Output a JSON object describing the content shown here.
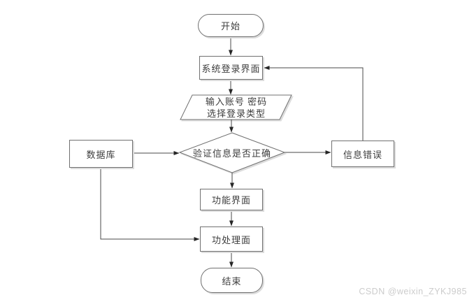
{
  "page": {
    "background": "#ffffff",
    "watermark": "CSDN @weixin_ZYKJ985"
  },
  "colors": {
    "shape_border": "#707070",
    "shape_fill": "#ffffff",
    "connector_line": "#4a4a4a",
    "arrowhead": "#262626",
    "shadow": "#dcdcdc",
    "text": "#3d3d3d",
    "watermark": "#cccccc"
  },
  "flowchart": {
    "nodes": {
      "start": {
        "type": "terminator",
        "label": "开始"
      },
      "login": {
        "type": "process",
        "label": "系统登录界面"
      },
      "input": {
        "type": "input-output",
        "line1": "输入账号 密码",
        "line2": "选择登录类型"
      },
      "database": {
        "type": "process",
        "label": "数据库"
      },
      "verify": {
        "type": "decision",
        "label": "验证信息是否正确"
      },
      "error": {
        "type": "process",
        "label": "信息错误"
      },
      "function_ui": {
        "type": "process",
        "label": "功能界面"
      },
      "process_ui": {
        "type": "process",
        "label": "功处理面"
      },
      "end": {
        "type": "terminator",
        "label": "结束"
      }
    },
    "edges": [
      {
        "from": "start",
        "to": "login"
      },
      {
        "from": "login",
        "to": "input"
      },
      {
        "from": "input",
        "to": "verify"
      },
      {
        "from": "database",
        "to": "verify"
      },
      {
        "from": "verify",
        "to": "error"
      },
      {
        "from": "verify",
        "to": "function_ui"
      },
      {
        "from": "error",
        "to": "login"
      },
      {
        "from": "function_ui",
        "to": "process_ui"
      },
      {
        "from": "database",
        "to": "process_ui"
      },
      {
        "from": "process_ui",
        "to": "end"
      }
    ]
  }
}
